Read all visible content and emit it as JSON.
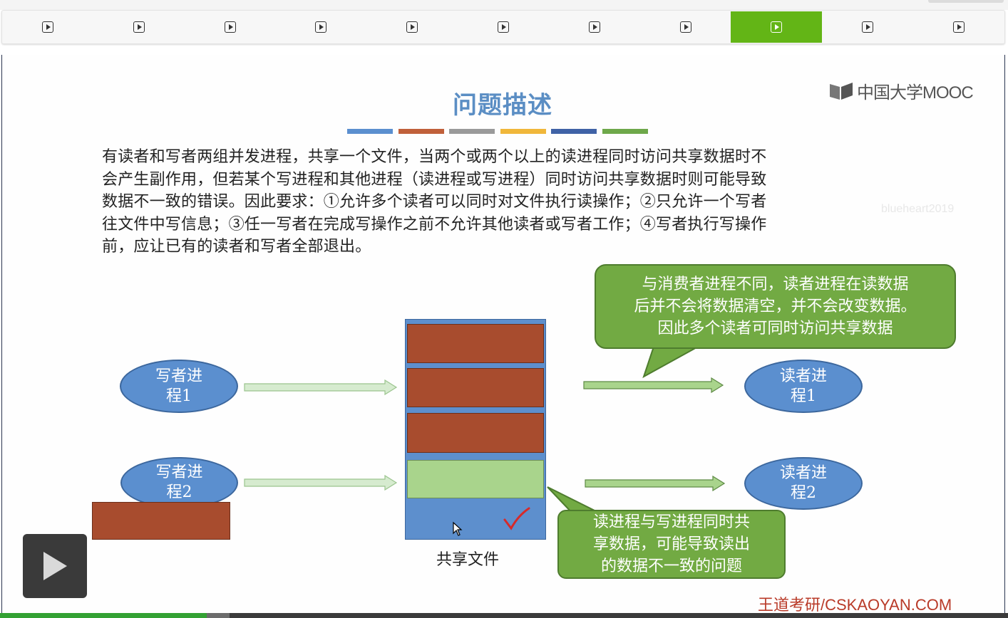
{
  "chapters": [
    {
      "icon": "play-icon"
    },
    {
      "icon": "play-icon"
    },
    {
      "icon": "play-icon"
    },
    {
      "icon": "play-icon"
    },
    {
      "icon": "play-icon"
    },
    {
      "icon": "play-icon"
    },
    {
      "icon": "play-icon"
    },
    {
      "icon": "play-icon"
    },
    {
      "icon": "play-icon",
      "active": true
    },
    {
      "icon": "play-icon"
    },
    {
      "icon": "play-icon"
    }
  ],
  "slide": {
    "title": "问题描述",
    "logo": "中国大学MOOC",
    "watermark": "blueheart2019",
    "body_lines": [
      "有读者和写者两组并发进程，共享一个文件，当两个或两个以上的读进程同时访问共享数据时不",
      "会产生副作用，但若某个写进程和其他进程（读进程或写进程）同时访问共享数据时则可能导致",
      "数据不一致的错误。因此要求：①允许多个读者可以同时对文件执行读操作；②只允许一个写者",
      "往文件中写信息；③任一写者在完成写操作之前不允许其他读者或写者工作；④写者执行写操作",
      "前，应让已有的读者和写者全部退出。"
    ],
    "writer1": {
      "line1": "写者进",
      "line2": "程1"
    },
    "writer2": {
      "line1": "写者进",
      "line2": "程2"
    },
    "reader1": {
      "line1": "读者进",
      "line2": "程1"
    },
    "reader2": {
      "line1": "读者进",
      "line2": "程2"
    },
    "callout_top": {
      "line1": "与消费者进程不同，读者进程在读数据",
      "line2": "后并不会将数据清空，并不会改变数据。",
      "line3": "因此多个读者可同时访问共享数据"
    },
    "callout_bottom": {
      "line1": "读进程与写进程同时共",
      "line2": "享数据，可能导致读出",
      "line3": "的数据不一致的问题"
    },
    "file_label": "共享文件",
    "footer": "王道考研/CSKAOYAN.COM"
  },
  "colors": {
    "title": "#5b8ec4",
    "deco": [
      "#5b8fcf",
      "#c0603a",
      "#9a9a9a",
      "#f0b73a",
      "#3f62a6",
      "#6ea84a"
    ],
    "active_tab": "#63b516",
    "ellipse": "#5b8fcf",
    "callout": "#72aa43",
    "record_full": "#a84c2e",
    "record_empty": "#a9d48c"
  },
  "player": {
    "play_icon": "play-icon",
    "progress": 0.205,
    "buffered": 0.228
  }
}
